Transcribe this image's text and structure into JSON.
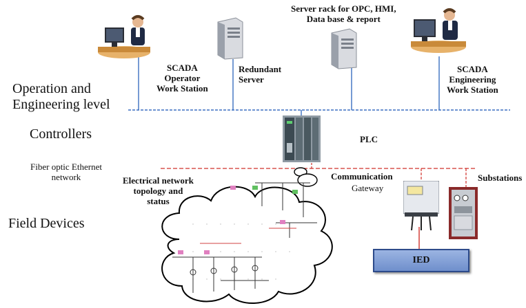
{
  "levels": {
    "operation": "Operation and\nEngineering level",
    "controllers": "Controllers",
    "fiber": "Fiber optic Ethernet\nnetwork",
    "field": "Field Devices"
  },
  "nodes": {
    "scada_operator": "SCADA\nOperator\nWork Station",
    "redundant_server": "Redundant\nServer",
    "server_rack": "Server rack for OPC, HMI,\nData base & report",
    "scada_engineering": "SCADA\nEngineering\nWork Station",
    "plc": "PLC",
    "electrical_network": "Electrical network\ntopology and\nstatus",
    "communication": "Communication",
    "gateway": "Gateway",
    "substations": "Substations",
    "ied": "IED"
  },
  "colors": {
    "ethernet_line": "#3a6fc0",
    "fiber_line": "#d0302a",
    "ied_box": "#7f9fd6",
    "ied_border": "#2c4a8a"
  },
  "icons": {
    "workstation": "operator-workstation-icon",
    "server": "server-tower-icon",
    "plc": "plc-rack-icon",
    "gateway": "communication-gateway-icon",
    "substation": "substation-cabinet-icon"
  }
}
